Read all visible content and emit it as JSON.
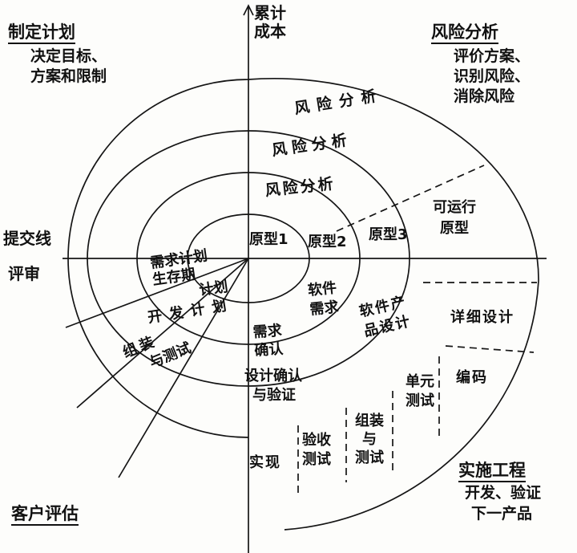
{
  "corners": {
    "plan": {
      "title": "制定计划",
      "lines": [
        "决定目标、",
        "方案和限制"
      ]
    },
    "risk": {
      "title": "风险分析",
      "lines": [
        "评价方案、",
        "识别风险、",
        "消除风险"
      ]
    },
    "customer": {
      "title": "客户评估"
    },
    "implement": {
      "title": "实施工程",
      "lines": [
        "开发、验证",
        "下一产品"
      ]
    }
  },
  "axes": {
    "cost_line1": "累计",
    "cost_line2": "成本",
    "commit_line": "提交线",
    "review": "评审"
  },
  "spiral": {
    "risk_outer": "风险分析",
    "risk_mid": "风险分析",
    "risk_inner": "风险分析",
    "proto1": "原型1",
    "proto2": "原型2",
    "proto3": "原型3",
    "operational1": "可运行",
    "operational2": "原型",
    "req_plan": "需求计划",
    "life_plan1": "生存期",
    "life_plan2": "计划",
    "dev_plan": "开发计划",
    "int_plan1": "组装",
    "int_plan2": "与测试",
    "sw_req1": "软件",
    "sw_req2": "需求",
    "req_valid1": "需求",
    "req_valid2": "确认",
    "sw_design1": "软件产",
    "sw_design2": "品设计",
    "detail_design": "详细设计",
    "design_valid1": "设计确认",
    "design_valid2": "与验证",
    "unit_test1": "单元",
    "unit_test2": "测试",
    "coding": "编码",
    "int_test1": "组装",
    "int_test2": "与",
    "int_test3": "测试",
    "accept_test1": "验收",
    "accept_test2": "测试",
    "implementation": "实现"
  }
}
